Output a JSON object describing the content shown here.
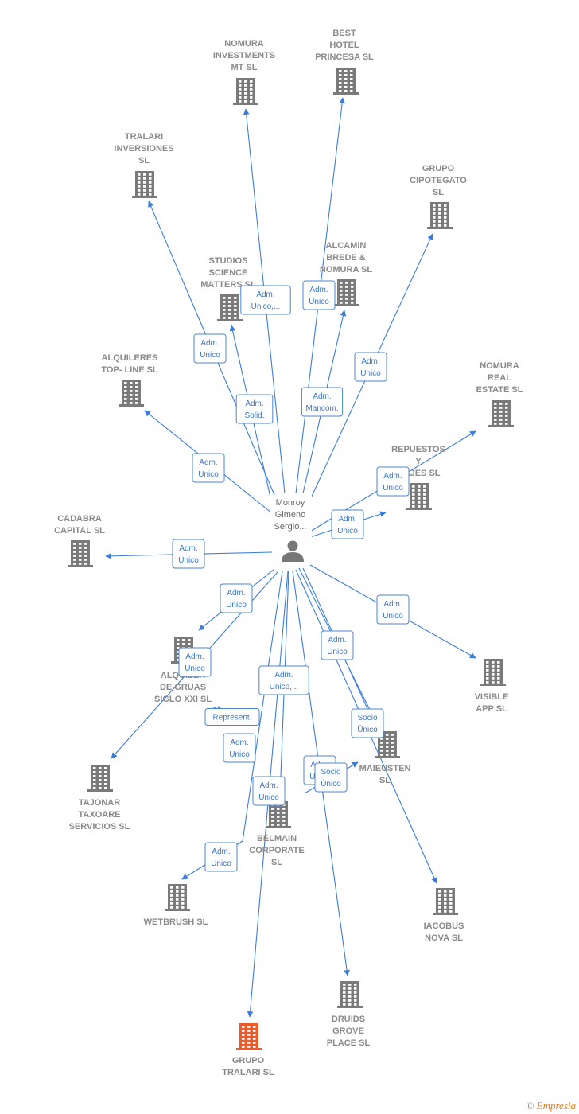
{
  "colors": {
    "edge": "#3b7dd8",
    "building": "#7a7a7a",
    "building_highlight": "#f05a28",
    "label": "#8a8a8a"
  },
  "center": {
    "label": [
      "Monroy",
      "Gimeno",
      "Sergio..."
    ],
    "icon": "person-icon"
  },
  "companies": [
    {
      "id": "nomura-investments",
      "label": [
        "NOMURA",
        "INVESTMENTS",
        "MT SL"
      ],
      "icon": "building-icon"
    },
    {
      "id": "best-hotel",
      "label": [
        "BEST",
        "HOTEL",
        "PRINCESA  SL"
      ],
      "icon": "building-icon"
    },
    {
      "id": "tralari-inversiones",
      "label": [
        "TRALARI",
        "INVERSIONES",
        "SL"
      ],
      "icon": "building-icon"
    },
    {
      "id": "grupo-cipotegato",
      "label": [
        "GRUPO",
        "CIPOTEGATO",
        "SL"
      ],
      "icon": "building-icon"
    },
    {
      "id": "alcamin",
      "label": [
        "ALCAMIN",
        "BREDE &",
        "NOMURA  SL"
      ],
      "icon": "building-icon"
    },
    {
      "id": "studios-science",
      "label": [
        "STUDIOS",
        "SCIENCE",
        "MATTERS  SL"
      ],
      "icon": "building-icon"
    },
    {
      "id": "alquileres-top-line",
      "label": [
        "ALQUILERES",
        "TOP- LINE SL"
      ],
      "icon": "building-icon"
    },
    {
      "id": "nomura-real-estate",
      "label": [
        "NOMURA",
        "REAL",
        "ESTATE  SL"
      ],
      "icon": "building-icon"
    },
    {
      "id": "repuestos",
      "label": [
        "REPUESTOS",
        "Y",
        "...AJES  SL"
      ],
      "icon": "building-icon"
    },
    {
      "id": "cadabra",
      "label": [
        "CADABRA",
        "CAPITAL  SL"
      ],
      "icon": "building-icon"
    },
    {
      "id": "alquiler-gruas",
      "label": [
        "ALQUILER",
        "DE GRUAS",
        "SIGLO XXI SL"
      ],
      "icon": "building-icon"
    },
    {
      "id": "visible-app",
      "label": [
        "VISIBLE",
        "APP  SL"
      ],
      "icon": "building-icon"
    },
    {
      "id": "tajonar",
      "label": [
        "TAJONAR",
        "TAXOARE",
        "SERVICIOS  SL"
      ],
      "icon": "building-icon"
    },
    {
      "id": "maieusten",
      "label": [
        "MAIEUSTEN",
        "SL"
      ],
      "icon": "building-icon"
    },
    {
      "id": "belmain",
      "label": [
        "BELMAIN",
        "CORPORATE",
        "SL"
      ],
      "icon": "building-icon"
    },
    {
      "id": "wetbrush",
      "label": [
        "WETBRUSH  SL"
      ],
      "icon": "building-icon"
    },
    {
      "id": "iacobus",
      "label": [
        "IACOBUS",
        "NOVA SL"
      ],
      "icon": "building-icon"
    },
    {
      "id": "druids-grove",
      "label": [
        "DRUIDS",
        "GROVE",
        "PLACE  SL"
      ],
      "icon": "building-icon"
    },
    {
      "id": "grupo-tralari",
      "label": [
        "GRUPO",
        "TRALARI  SL"
      ],
      "icon": "building-icon",
      "highlight": true
    }
  ],
  "edges": [
    {
      "to": "nomura-investments",
      "label": [
        "Adm.",
        "Unico,..."
      ]
    },
    {
      "to": "best-hotel",
      "label": [
        "Adm.",
        "Unico"
      ]
    },
    {
      "to": "tralari-inversiones",
      "label": [
        "Adm.",
        "Unico"
      ]
    },
    {
      "to": "grupo-cipotegato",
      "label": [
        "Adm.",
        "Unico"
      ]
    },
    {
      "to": "alcamin",
      "label": [
        "Adm.",
        "Mancom."
      ]
    },
    {
      "to": "studios-science",
      "label": [
        "Adm.",
        "Solid."
      ]
    },
    {
      "to": "alquileres-top-line",
      "label": [
        "Adm.",
        "Unico"
      ]
    },
    {
      "to": "nomura-real-estate",
      "label": [
        "Adm.",
        "Unico"
      ]
    },
    {
      "to": "repuestos",
      "label": [
        "Adm.",
        "Unico"
      ]
    },
    {
      "to": "cadabra",
      "label": [
        "Adm.",
        "Unico"
      ]
    },
    {
      "to": "alquiler-gruas",
      "label": [
        "Adm.",
        "Unico"
      ]
    },
    {
      "to": "visible-app",
      "label": [
        "Adm.",
        "Unico"
      ]
    },
    {
      "to": "tajonar",
      "label": [
        "Adm.",
        "Unico"
      ]
    },
    {
      "to": "maieusten",
      "label": [
        "Adm.",
        "Unico"
      ]
    },
    {
      "to": "maieusten",
      "label": [
        "Adm.",
        "Unico"
      ]
    },
    {
      "to": "belmain",
      "label": [
        "Adm.",
        "Unico,..."
      ]
    },
    {
      "to": "wetbrush",
      "label": [
        "Represent."
      ]
    },
    {
      "to": "wetbrush",
      "label": [
        "Adm.",
        "Unico"
      ]
    },
    {
      "to": "iacobus",
      "label": [
        "Socio",
        "Único"
      ]
    },
    {
      "to": "druids-grove",
      "label": [
        "Adm.",
        "Unico"
      ]
    },
    {
      "to": "druids-grove",
      "label": [
        "Socio",
        "Único"
      ]
    },
    {
      "to": "grupo-tralari",
      "label": [
        "Adm.",
        "Unico"
      ]
    }
  ],
  "footer": {
    "copyright": "©",
    "brand": "Empresia"
  }
}
